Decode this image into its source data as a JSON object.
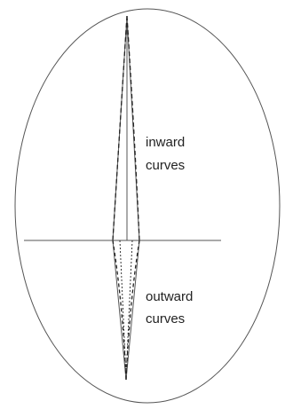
{
  "labels": {
    "upper_line1": "inward",
    "upper_line2": "curves",
    "lower_line1": "outward",
    "lower_line2": "curves"
  },
  "colors": {
    "stroke": "#555555",
    "dashed": "#222222",
    "text": "#222222",
    "background": "#ffffff"
  }
}
